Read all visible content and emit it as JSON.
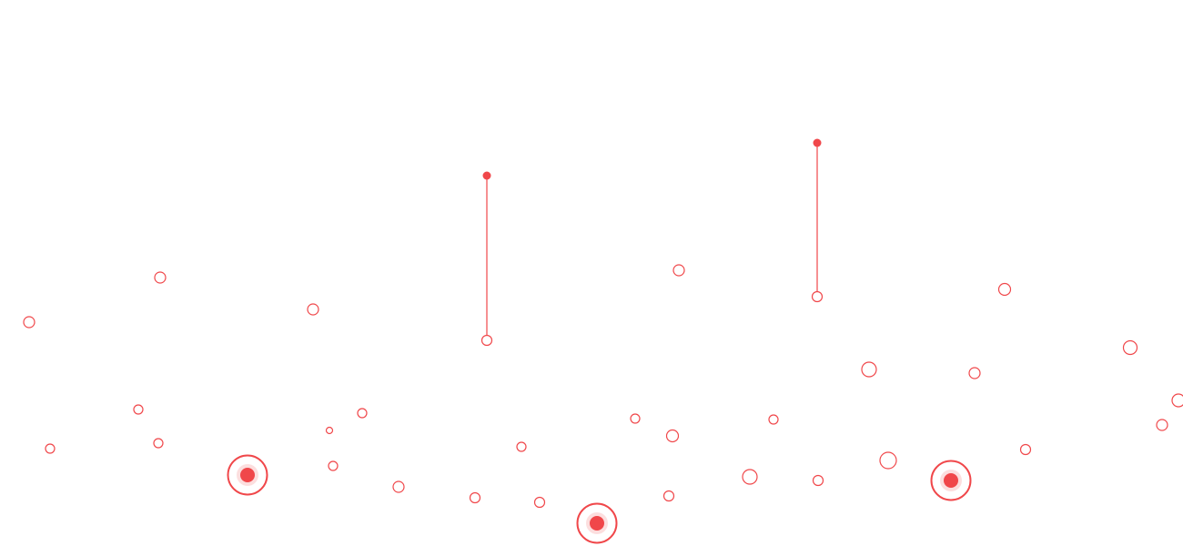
{
  "theme": {
    "accent": "#f0474a",
    "background": "#ffffff"
  },
  "scene": {
    "decorations": {
      "outline_circles": 33,
      "highlighted_targets": 3,
      "drop_lines": 2
    }
  }
}
